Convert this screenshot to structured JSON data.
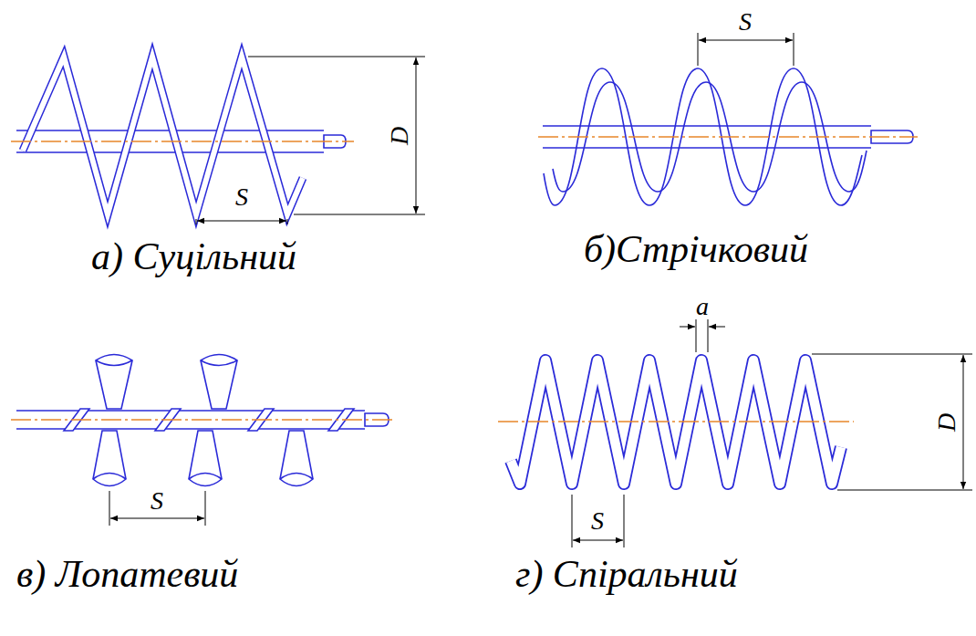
{
  "diagram": {
    "labels": [
      "D",
      "S",
      "а) Суцільний",
      "S",
      "б)Стрічковий",
      "S",
      "в) Лопатевий",
      "a",
      "D",
      "S",
      "г) Спіральний"
    ]
  }
}
